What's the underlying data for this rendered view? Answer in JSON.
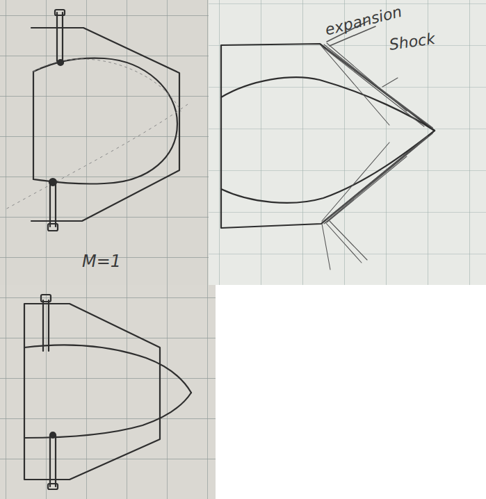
{
  "diagram": {
    "labels": [
      "M=1",
      "expansion",
      "Shock"
    ]
  }
}
